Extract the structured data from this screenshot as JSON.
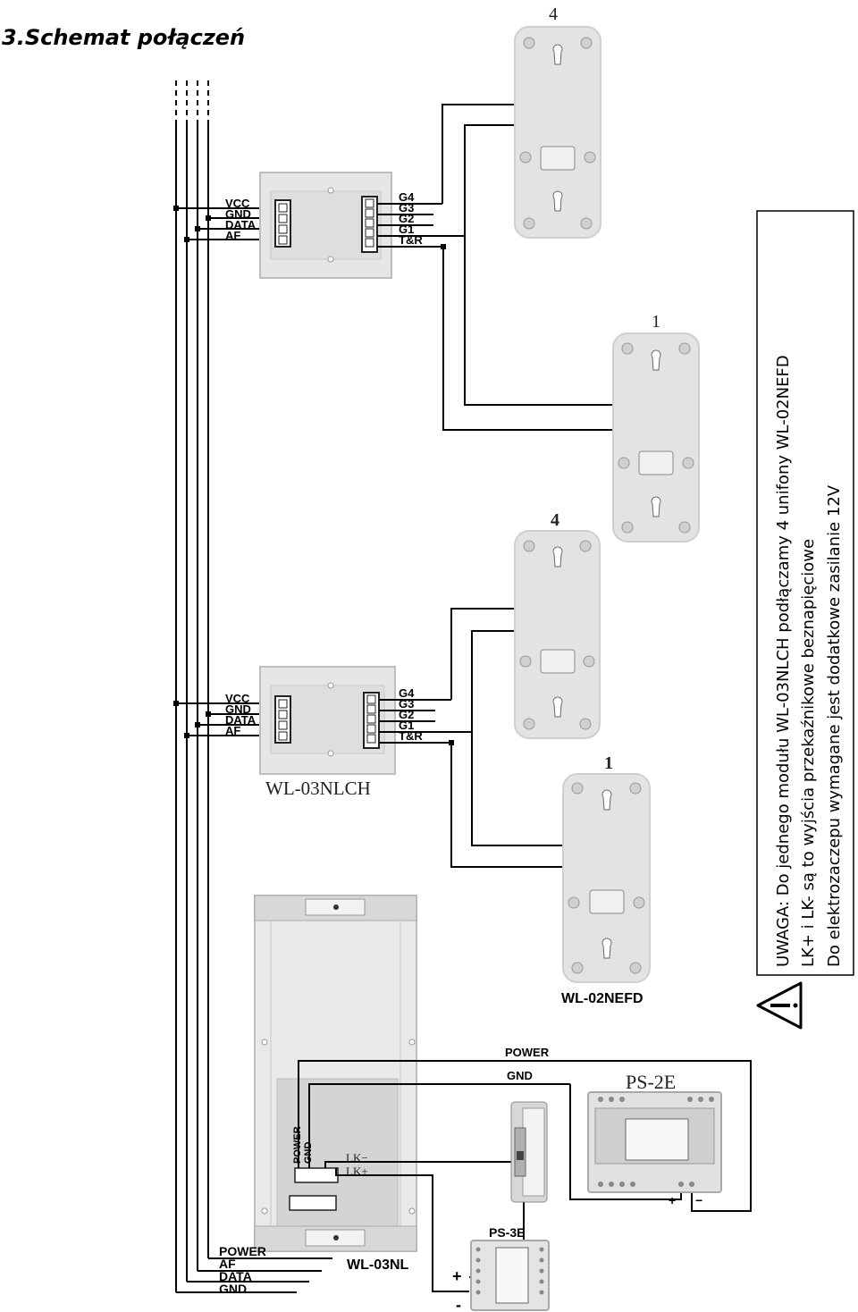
{
  "title": "3.Schemat połączeń",
  "upper_module": {
    "left_terminals": [
      "VCC",
      "GND",
      "DATA",
      "AF"
    ],
    "right_terminals": [
      "G4",
      "G3",
      "G2",
      "G1",
      "T&R"
    ]
  },
  "lower_module": {
    "left_terminals": [
      "VCC",
      "GND",
      "DATA",
      "AF"
    ],
    "right_terminals": [
      "G4",
      "G3",
      "G2",
      "G1",
      "T&R"
    ],
    "name": "WL-03NLCH"
  },
  "handsets": {
    "upper_a_number": "4",
    "upper_b_number": "1",
    "lower_a_number": "4",
    "lower_b_number": "1",
    "model": "WL-02NEFD"
  },
  "outdoor_station": {
    "name": "WL-03NL",
    "bottom_labels": [
      "POWER",
      "AF",
      "DATA",
      "GND"
    ],
    "side_labels": [
      "POWER",
      "GND"
    ],
    "lock_labels": [
      "LK−",
      "LK+"
    ]
  },
  "psu_large": {
    "name": "PS-2E",
    "plus": "+",
    "minus": "−"
  },
  "psu_small": {
    "name": "PS-3E",
    "plus": "+",
    "minus": "-"
  },
  "wire_labels": {
    "power": "POWER",
    "gnd": "GND"
  },
  "note": {
    "line1": "UWAGA: Do jednego modułu WL-03NLCH podłączamy 4 unifony WL-02NEFD",
    "line2": "LK+ i LK- są to wyjścia przekaźnikowe beznapięciowe",
    "line3": "Do elektrozaczepu wymagane jest dodatkowe zasilanie 12V"
  }
}
